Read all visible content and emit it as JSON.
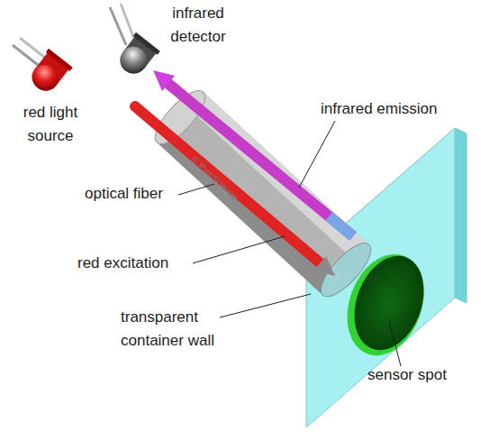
{
  "diagram": {
    "labels": [
      "infrared detector",
      "red light source",
      "infrared emission",
      "optical fiber",
      "red excitation",
      "transparent container wall",
      "sensor spot",
      "© PyroScience"
    ]
  }
}
